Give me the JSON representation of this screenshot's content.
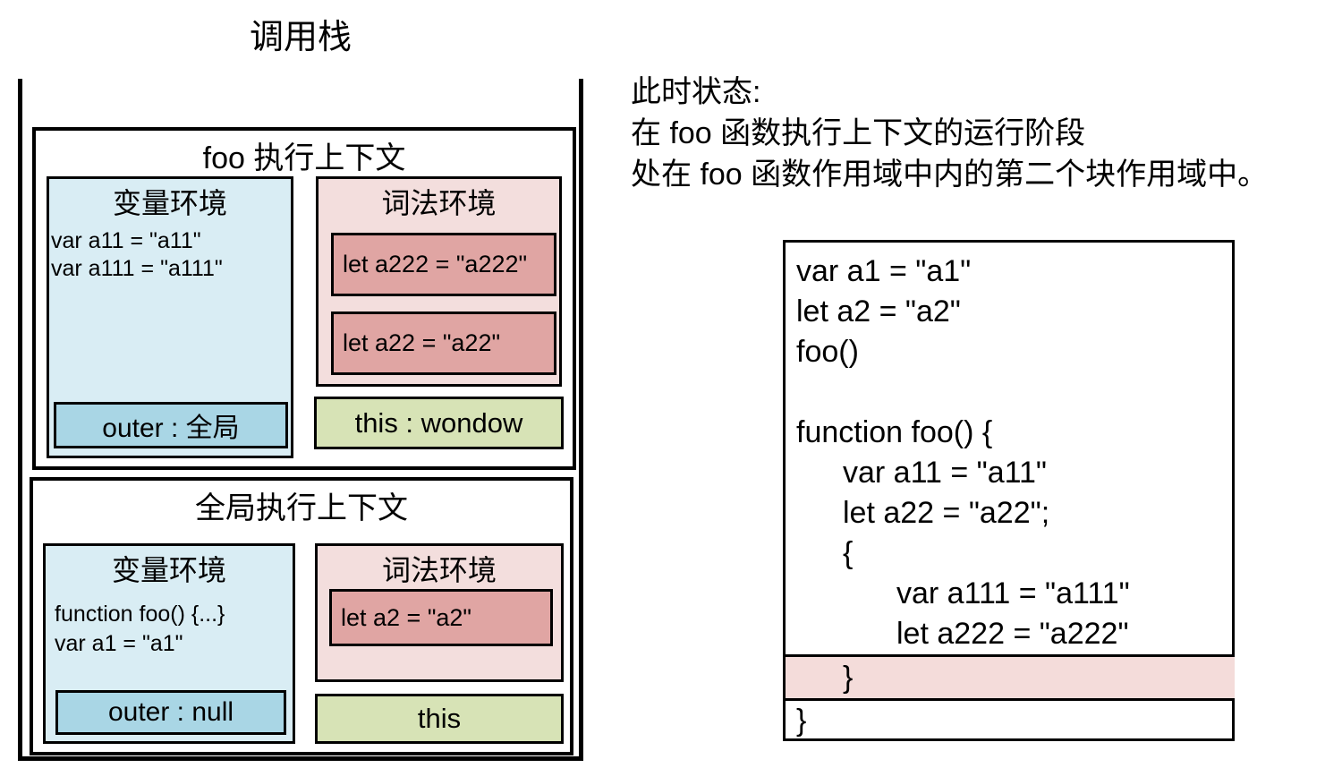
{
  "stack": {
    "title": "调用栈",
    "contexts": [
      {
        "title": "foo 执行上下文",
        "var_env": {
          "title": "变量环境",
          "lines": [
            "var a11 = \"a11\"",
            "var a111 = \"a111\""
          ],
          "outer": "outer : 全局"
        },
        "lex_env": {
          "title": "词法环境",
          "blocks": [
            "let a222 = \"a222\"",
            "let a22 = \"a22\""
          ]
        },
        "this_label": "this : wondow"
      },
      {
        "title": "全局执行上下文",
        "var_env": {
          "title": "变量环境",
          "lines": [
            "function foo() {...}",
            "var a1 = \"a1\""
          ],
          "outer": "outer : null"
        },
        "lex_env": {
          "title": "词法环境",
          "blocks": [
            "let a2 = \"a2\""
          ]
        },
        "this_label": "this"
      }
    ]
  },
  "status": {
    "lines": [
      "此时状态:",
      "在 foo 函数执行上下文的运行阶段",
      "处在 foo 函数作用域中内的第二个块作用域中。"
    ]
  },
  "code": {
    "lines": [
      {
        "text": "var a1 = \"a1\"",
        "indent": 0,
        "highlight": false
      },
      {
        "text": "let a2 = \"a2\"",
        "indent": 0,
        "highlight": false
      },
      {
        "text": "foo()",
        "indent": 0,
        "highlight": false
      },
      {
        "text": "",
        "indent": 0,
        "highlight": false
      },
      {
        "text": "function foo() {",
        "indent": 0,
        "highlight": false
      },
      {
        "text": "var a11 = \"a11\"",
        "indent": 1,
        "highlight": false
      },
      {
        "text": "let a22 = \"a22\";",
        "indent": 1,
        "highlight": false
      },
      {
        "text": "{",
        "indent": 1,
        "highlight": false
      },
      {
        "text": "var a111 = \"a111\"",
        "indent": 2,
        "highlight": false
      },
      {
        "text": "let a222 = \"a222\"",
        "indent": 2,
        "highlight": false
      },
      {
        "text": "}",
        "indent": 1,
        "highlight": true
      },
      {
        "text": "}",
        "indent": 0,
        "highlight": false
      }
    ]
  },
  "colors": {
    "variable_env_fill": "#d9edf4",
    "outer_box_fill": "#a9d6e5",
    "lexical_env_fill": "#f3dedd",
    "lexical_block_fill": "#e0a5a3",
    "this_box_fill": "#d7e3b6",
    "code_highlight_fill": "#f4dcda",
    "border": "#000000",
    "background": "#ffffff"
  }
}
